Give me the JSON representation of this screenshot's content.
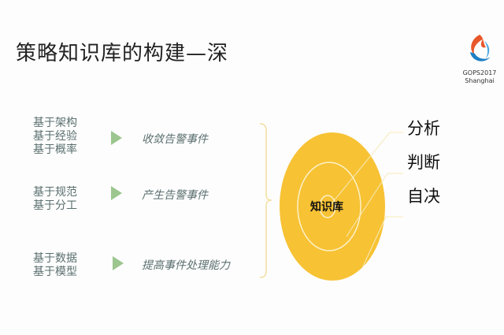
{
  "title": "策略知识库的构建—深",
  "logo": {
    "line1": "GOPS2017",
    "line2": "Shanghai"
  },
  "groups": [
    {
      "bases": [
        "基于架构",
        "基于经验",
        "基于概率"
      ],
      "result": "收敛告警事件"
    },
    {
      "bases": [
        "基于规范",
        "基于分工"
      ],
      "result": "产生告警事件"
    },
    {
      "bases": [
        "基于数据",
        "基于模型"
      ],
      "result": "提高事件处理能力"
    }
  ],
  "core": "知识库",
  "levels": [
    "分析",
    "判断",
    "自决"
  ],
  "colors": {
    "circle": "#f7c234",
    "arrow": "#9cc68e",
    "text": "#5a6e6e"
  }
}
